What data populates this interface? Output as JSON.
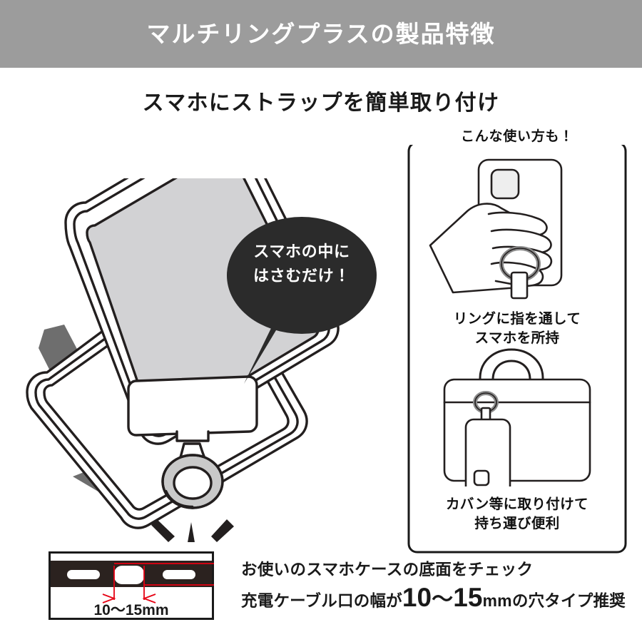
{
  "header": {
    "title": "マルチリングプラスの製品特徴",
    "bg_color": "#9c9c9c",
    "text_color": "#ffffff"
  },
  "subtitle": {
    "text": "スマホにストラップを簡単取り付け"
  },
  "speech_bubble": {
    "line1": "スマホの中に",
    "line2": "はさむだけ！",
    "bg_color": "#2b2b2b",
    "text_color": "#ffffff"
  },
  "main_illustration": {
    "phone_screen_color": "#d2d2d4",
    "ring_color": "#c9c9c9",
    "arrow_color": "#6e6e6e",
    "outline_color": "#231f1f",
    "icon_names": {
      "phone": "phone-icon",
      "case": "phone-case-icon",
      "plate": "strap-plate-icon",
      "ring": "ring-icon",
      "arrow": "down-arrow-icon",
      "sparkle": "sparkle-icon"
    }
  },
  "usage_panel": {
    "title": "こんな使い方も！",
    "items": [
      {
        "caption_line1": "リングに指を通して",
        "caption_line2": "スマホを所持",
        "art": "hand-holding-phone-icon"
      },
      {
        "caption_line1": "カバン等に取り付けて",
        "caption_line2": "持ち運び便利",
        "art": "bag-with-phone-icon"
      }
    ],
    "border_color": "#1a1a1a"
  },
  "port_diagram": {
    "measure_label": "10〜15mm",
    "band_color": "#2b221f",
    "measure_color": "#e60012",
    "border_color": "#1a1a1a"
  },
  "bottom_note": {
    "line1": "お使いのスマホケースの底面をチェック",
    "line2_prefix": "充電ケーブル口の幅が",
    "line2_num1": "10",
    "line2_tilde": "〜",
    "line2_num2": "15",
    "line2_unit": "mm",
    "line2_suffix": "の穴タイプ推奨"
  }
}
